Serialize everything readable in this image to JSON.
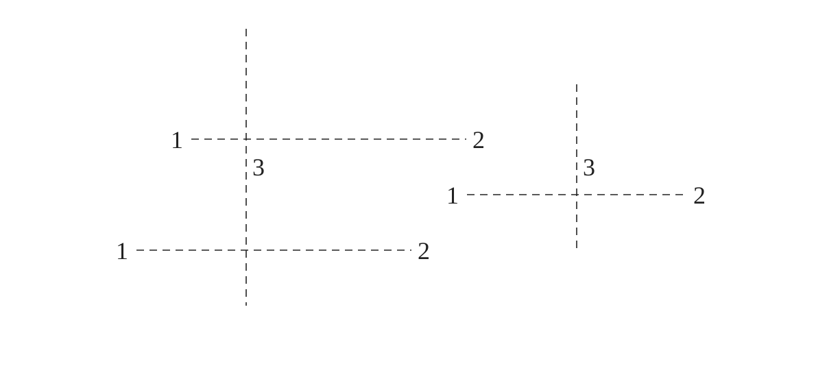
{
  "diagram": {
    "left_group": {
      "upper_line": {
        "start_label": "1",
        "end_label": "2"
      },
      "vertical_label": "3",
      "lower_line": {
        "start_label": "1",
        "end_label": "2"
      }
    },
    "right_group": {
      "vertical_label": "3",
      "line": {
        "start_label": "1",
        "end_label": "2"
      }
    },
    "line_style": "dashed",
    "line_color": "#222222"
  }
}
